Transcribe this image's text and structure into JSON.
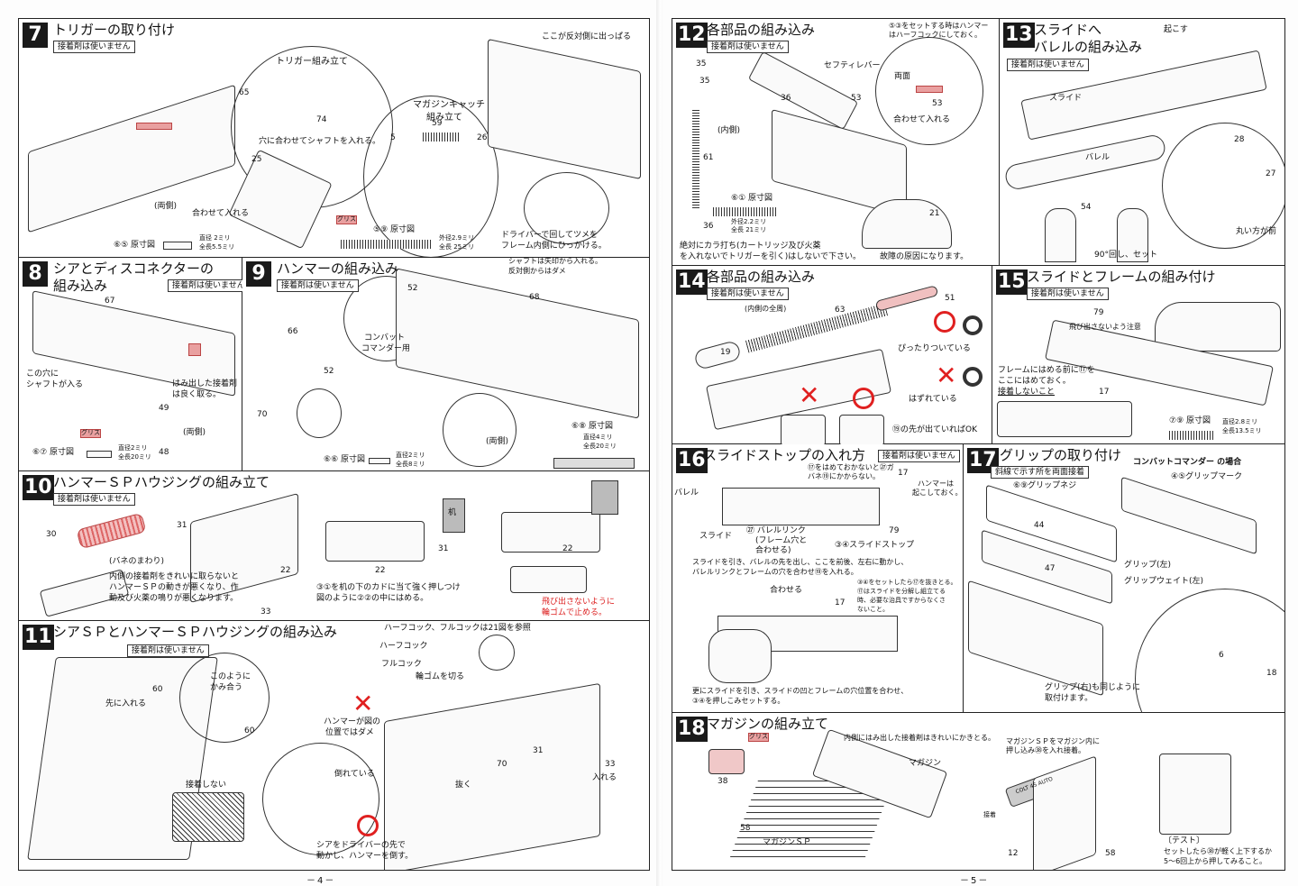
{
  "left_page": {
    "page_number": "－4－",
    "s7": {
      "num": "7",
      "title": "トリガーの取り付け",
      "tag": "接着剤は使いません",
      "labels": [
        "トリガー組み立て",
        "穴に合わせてシャフトを入れる。",
        "マガジンキャッチ",
        "組み立て",
        "ここが反対側に出っぱる",
        "(両側)",
        "合わせて入れる",
        "グリス",
        "ドライバーで回してツメを",
        "フレーム内側にひっかける。",
        "⑥⑤ 原寸図",
        "直径 2ミリ",
        "全長5.5ミリ",
        "⑤⑨ 原寸図",
        "外径2.9ミリ",
        "全長 25ミリ"
      ],
      "parts": [
        "65",
        "74",
        "25",
        "5",
        "59",
        "26"
      ]
    },
    "s8": {
      "num": "8",
      "title": "シアとディスコネクターの",
      "title2": "組み込み",
      "tag": "接着剤は使いません",
      "labels": [
        "この穴に",
        "シャフトが入る",
        "はみ出した接着剤",
        "は良く取る。",
        "(両側)",
        "グリス",
        "⑥⑦ 原寸図",
        "直径2ミリ",
        "全長20ミリ"
      ],
      "parts": [
        "67",
        "49",
        "48"
      ]
    },
    "s9": {
      "num": "9",
      "title": "ハンマーの組み込み",
      "tag": "接着剤は使いません",
      "labels": [
        "コンバット",
        "コマンダー用",
        "シャフトは矢印から入れる。",
        "反対側からはダメ",
        "(両側)",
        "⑥⑥ 原寸図",
        "直径2ミリ",
        "全長8ミリ",
        "⑥⑧ 原寸図",
        "直径4ミリ",
        "全長20ミリ"
      ],
      "parts": [
        "52",
        "66",
        "52",
        "70",
        "68"
      ]
    },
    "s10": {
      "num": "10",
      "title": "ハンマーＳＰハウジングの組み立て",
      "tag": "接着剤は使いません",
      "labels": [
        "(バネのまわり)",
        "内側の接着剤をきれいに取らないと",
        "ハンマーＳＰの動きが悪くなり、作",
        "動及び火薬の鳴りが悪くなります。",
        "③①を机の下のカドに当て強く押しつけ",
        "図のように②②の中にはめる。",
        "机",
        "飛び出さないように",
        "輪ゴムで止める。"
      ],
      "parts": [
        "30",
        "31",
        "22",
        "33",
        "22",
        "31",
        "22"
      ]
    },
    "s11": {
      "num": "11",
      "title": "シアＳＰとハンマーＳＰハウジングの組み込み",
      "tag": "接着剤は使いません",
      "labels": [
        "ハーフコック、フルコックは21図を参照",
        "ハーフコック",
        "フルコック",
        "このように",
        "かみ合う",
        "先に入れる",
        "ハンマーが図の",
        "位置ではダメ",
        "倒れている",
        "シアをドライバーの先で",
        "動かし、ハンマーを倒す。",
        "接着しない",
        "輪ゴムを切る",
        "抜く",
        "入れる"
      ],
      "parts": [
        "60",
        "60",
        "70",
        "31",
        "33"
      ]
    }
  },
  "right_page": {
    "page_number": "－5－",
    "s12": {
      "num": "12",
      "title": "各部品の組み込み",
      "tag": "接着剤は使いません",
      "labels": [
        "⑤③をセットする時はハンマー",
        "はハーフコックにしておく。",
        "セフティレバー",
        "両面",
        "合わせて入れる",
        "(内側)",
        "⑥① 原寸図",
        "外径2.2ミリ",
        "全長 21ミリ",
        "絶対にカラ打ち(カートリッジ及び火薬",
        "を入れないでトリガーを引く)はしないで下さい。",
        "故障の原因になります。"
      ],
      "parts": [
        "35",
        "36",
        "53",
        "53",
        "35",
        "61",
        "36",
        "21"
      ]
    },
    "s13": {
      "num": "13",
      "title": "スライドへ",
      "title2": "バレルの組み込み",
      "tag": "接着剤は使いません",
      "labels": [
        "起こす",
        "スライド",
        "バレル",
        "90°回し、セット",
        "丸い方が前"
      ],
      "parts": [
        "28",
        "27",
        "54"
      ]
    },
    "s14": {
      "num": "14",
      "title": "各部品の組み込み",
      "tag": "接着剤は使いません",
      "labels": [
        "(内側の全周)",
        "ぴったりついている",
        "はずれている",
        "⑲の先が出ていればOK"
      ],
      "parts": [
        "51",
        "63",
        "19"
      ]
    },
    "s15": {
      "num": "15",
      "title": "スライドとフレームの組み付け",
      "tag": "接着剤は使いません",
      "labels": [
        "飛び出さないよう注意",
        "フレームにはめる前に⑰を",
        "ここにはめておく。",
        "接着しないこと",
        "⑦⑨ 原寸図",
        "直径2.8ミリ",
        "全長13.5ミリ"
      ],
      "parts": [
        "79",
        "17"
      ]
    },
    "s16": {
      "num": "16",
      "title": "スライドストップの入れ方",
      "tag": "接着剤は使いません",
      "labels": [
        "⑰をはめておかないと㉗ガ",
        "バネ⑲にかからない。",
        "ハンマーは",
        "起こしておく。",
        "バレル",
        "スライド",
        "㉗ バレルリンク",
        "(フレーム穴と",
        "合わせる)",
        "③④スライドストップ",
        "スライドを引き、バレルの先を出し、ここを前後、左右に動かし、",
        "バレルリンクとフレームの穴を合わせ⑲を入れる。",
        "合わせる",
        "③④をセットしたら⑰を抜きとる。",
        "⑰はスライドを分解し組立てる",
        "時、必要な治具ですからなくさ",
        "ないこと。",
        "更にスライドを引き、スライドの凹とフレームの穴位置を合わせ、",
        "③④を押しこみセットする。"
      ],
      "parts": [
        "17",
        "79",
        "17"
      ]
    },
    "s17": {
      "num": "17",
      "title": "グリップの取り付け",
      "tag": "斜線で示す所を両面接着",
      "labels": [
        "コンバットコマンダー の場合",
        "⑥⑨グリップネジ",
        "④⑤グリップマーク",
        "グリップ(左)",
        "グリップウェイト(左)",
        "グリップ(右)も同じように",
        "取付けます。"
      ],
      "parts": [
        "44",
        "47",
        "6",
        "18"
      ]
    },
    "s18": {
      "num": "18",
      "title": "マガジンの組み立て",
      "labels": [
        "内側にはみ出した接着剤はきれいにかきとる。",
        "マガジンＳＰをマガジン内に",
        "押し込み㊳を入れ接着。",
        "マガジン",
        "マガジンＳＰ",
        "〔テスト〕",
        "セットしたら㊳が軽く上下するか",
        "5～6回上から押してみること。",
        "COLT 45 AUTO",
        "接着",
        "グリス"
      ],
      "parts": [
        "38",
        "58",
        "12",
        "58"
      ]
    }
  },
  "colors": {
    "ink": "#111111",
    "grease_tag": "#e9a0a0",
    "warning_red": "#e02020",
    "panel_number_bg": "#1a1a1a"
  }
}
